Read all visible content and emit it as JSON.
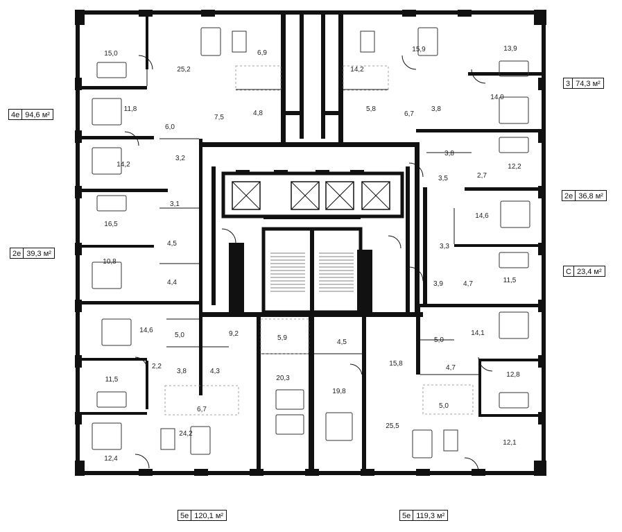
{
  "units": [
    {
      "code": "4е",
      "area": "94,6 м²"
    },
    {
      "code": "3",
      "area": "74,3 м²"
    },
    {
      "code": "2е",
      "area": "36,8 м²"
    },
    {
      "code": "2е",
      "area": "39,3 м²"
    },
    {
      "code": "С",
      "area": "23,4 м²"
    },
    {
      "code": "5е",
      "area": "120,1 м²"
    },
    {
      "code": "5е",
      "area": "119,3 м²"
    }
  ],
  "rooms": [
    "15,0",
    "25,2",
    "6,9",
    "11,8",
    "6,0",
    "7,5",
    "4,8",
    "14,2",
    "3,2",
    "3,1",
    "16,5",
    "4,5",
    "10,8",
    "4,4",
    "14,6",
    "5,0",
    "9,2",
    "2,2",
    "3,8",
    "4,3",
    "11,5",
    "6,7",
    "24,2",
    "12,4",
    "5,9",
    "4,5",
    "20,3",
    "19,8",
    "15,8",
    "25,5",
    "14,2",
    "15,9",
    "13,9",
    "5,8",
    "6,7",
    "3,8",
    "14,0",
    "3,8",
    "12,2",
    "2,7",
    "3,5",
    "14,6",
    "3,3",
    "3,9",
    "4,7",
    "11,5",
    "5,0",
    "14,1",
    "4,7",
    "12,8",
    "5,0",
    "12,1"
  ]
}
